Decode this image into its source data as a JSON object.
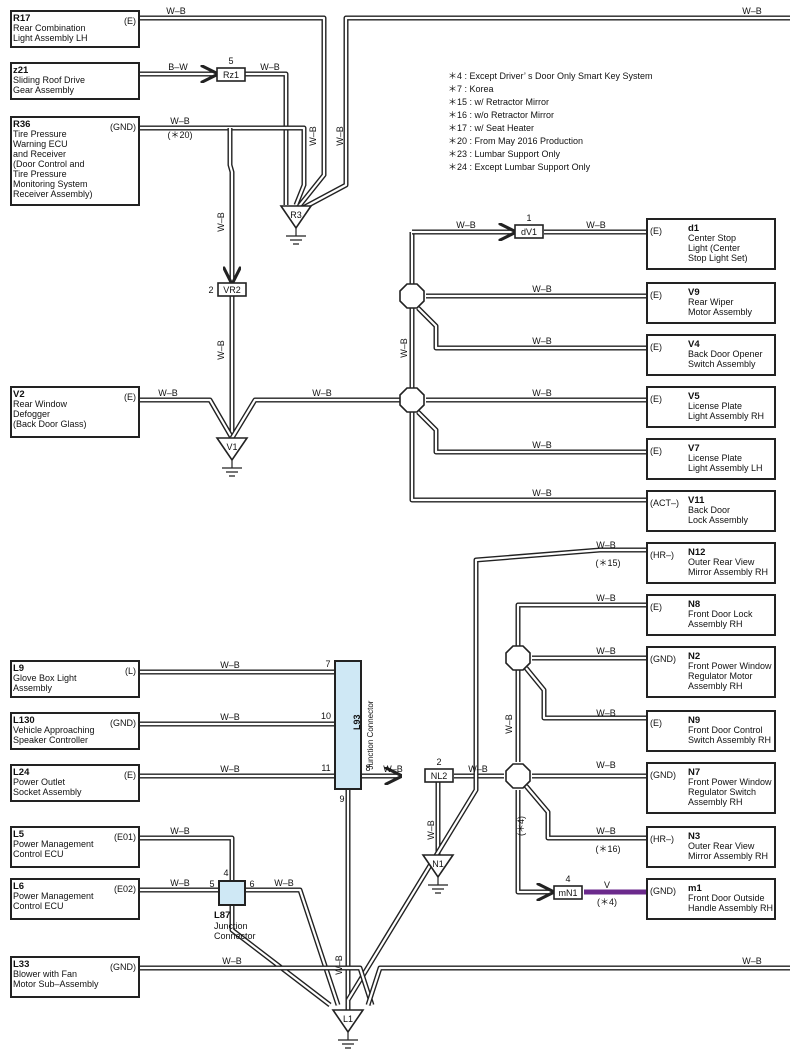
{
  "wire_label": "W–B",
  "wire_bw": "B–W",
  "wire_v": "V",
  "ground_left": "E",
  "notes": [
    "＊4 : Except Driver’ s Door Only Smart Key System",
    "＊7 : Korea",
    "＊15 : w/ Retractor Mirror",
    "＊16 : w/o Retractor Mirror",
    "＊17 : w/ Seat Heater",
    "＊20 : From May 2016 Production",
    "＊23 : Lumbar Support Only",
    "＊24 : Except Lumbar Support Only"
  ],
  "components": {
    "r17": {
      "code": "R17",
      "name": "Rear Combination\nLight Assembly LH",
      "term": "(E)"
    },
    "z21": {
      "code": "z21",
      "name": "Sliding Roof Drive\nGear Assembly",
      "term": ""
    },
    "r36": {
      "code": "R36",
      "name": "Tire Pressure\nWarning ECU\nand Receiver\n(Door Control and\n Tire Pressure\n Monitoring System\n Receiver Assembly)",
      "term": "(GND)"
    },
    "v2": {
      "code": "V2",
      "name": "Rear Window\nDefogger\n(Back Door Glass)",
      "term": "(E)"
    },
    "d1": {
      "code": "d1",
      "name": "Center Stop\nLight (Center\nStop Light Set)",
      "term": "(E)"
    },
    "v9": {
      "code": "V9",
      "name": "Rear Wiper\nMotor Assembly",
      "term": "(E)"
    },
    "v4": {
      "code": "V4",
      "name": "Back Door Opener\nSwitch Assembly",
      "term": "(E)"
    },
    "v5": {
      "code": "V5",
      "name": "License Plate\nLight Assembly RH",
      "term": "(E)"
    },
    "v7": {
      "code": "V7",
      "name": "License Plate\nLight Assembly LH",
      "term": "(E)"
    },
    "v11": {
      "code": "V11",
      "name": "Back Door\nLock Assembly",
      "term": "(ACT–)"
    },
    "n12": {
      "code": "N12",
      "name": "Outer Rear View\nMirror Assembly RH",
      "term": "(HR–)"
    },
    "n8": {
      "code": "N8",
      "name": "Front Door Lock\nAssembly RH",
      "term": "(E)"
    },
    "n2": {
      "code": "N2",
      "name": "Front Power Window\nRegulator Motor\nAssembly RH",
      "term": "(GND)"
    },
    "n9": {
      "code": "N9",
      "name": "Front Door Control\nSwitch Assembly RH",
      "term": "(E)"
    },
    "n7": {
      "code": "N7",
      "name": "Front Power Window\nRegulator Switch\nAssembly RH",
      "term": "(GND)"
    },
    "n3": {
      "code": "N3",
      "name": "Outer Rear View\nMirror Assembly RH",
      "term": "(HR–)"
    },
    "m1": {
      "code": "m1",
      "name": "Front Door Outside\nHandle Assembly RH",
      "term": "(GND)"
    },
    "l9": {
      "code": "L9",
      "name": "Glove Box Light\nAssembly",
      "term": "(L)"
    },
    "l130": {
      "code": "L130",
      "name": "Vehicle Approaching\nSpeaker Controller",
      "term": "(GND)"
    },
    "l24": {
      "code": "L24",
      "name": "Power Outlet\nSocket Assembly",
      "term": "(E)"
    },
    "l5": {
      "code": "L5",
      "name": "Power Management\nControl ECU",
      "term": "(E01)"
    },
    "l6": {
      "code": "L6",
      "name": "Power Management\nControl ECU",
      "term": "(E02)"
    },
    "l33": {
      "code": "L33",
      "name": "Blower with Fan\nMotor Sub–Assembly",
      "term": "(GND)"
    }
  },
  "connectors": {
    "rz1": {
      "label": "Rz1",
      "pin": "5"
    },
    "dv1": {
      "label": "dV1",
      "pin": "1"
    },
    "vr2": {
      "label": "VR2",
      "pin": "2"
    },
    "nl2": {
      "label": "NL2",
      "pin": "2"
    },
    "mn1": {
      "label": "mN1",
      "pin": "4"
    }
  },
  "grounds": {
    "r3": "R3",
    "v1": "V1",
    "n1": "N1",
    "l1": "L1"
  },
  "junction_l93": {
    "code": "L93",
    "name": "Junction\nConnector",
    "pins": [
      "7",
      "10",
      "11",
      "8",
      "9"
    ]
  },
  "junction_l87": {
    "code": "L87",
    "name": "Junction\nConnector",
    "pins": [
      "4",
      "5",
      "6"
    ]
  },
  "conditions": {
    "c20": "(＊20)",
    "c15": "(＊15)",
    "c16": "(＊16)",
    "c4a": "(＊4)",
    "c4b": "(＊4)"
  },
  "colors": {
    "wire": "#222222",
    "junction_fill": "#cfe8f5",
    "purple_wire": "#6b2a8c"
  }
}
